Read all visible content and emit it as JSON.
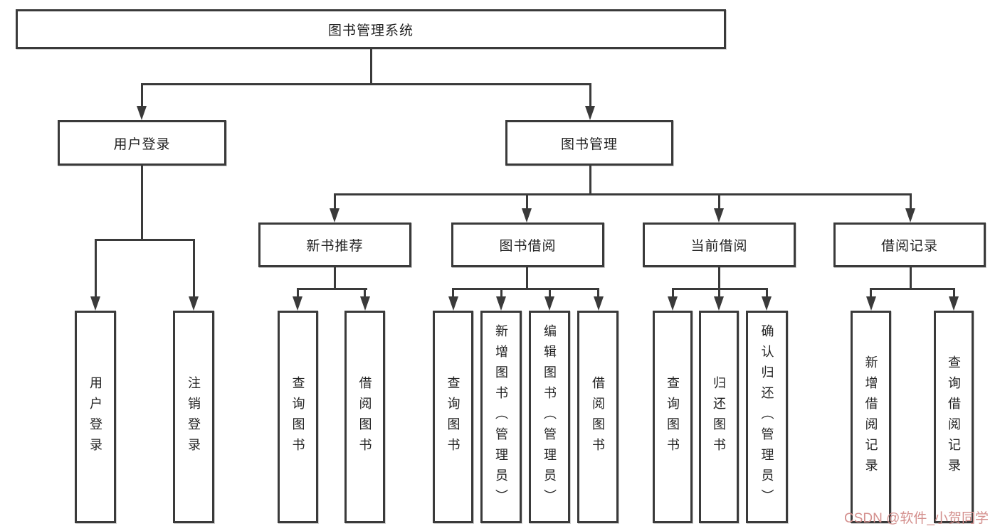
{
  "diagram": {
    "type": "hierarchy-tree",
    "title": "图书管理系统",
    "colors": {
      "background": "#ffffff",
      "box_fill": "#ffffff",
      "box_border": "#3a3a3a",
      "connector": "#3a3a3a",
      "text": "#222222",
      "watermark": "#d4908e"
    }
  },
  "nodes": {
    "root": {
      "label": "图书管理系统"
    },
    "user_login_branch": {
      "label": "用户登录"
    },
    "book_mgmt": {
      "label": "图书管理"
    },
    "new_book_rec": {
      "label": "新书推荐"
    },
    "book_borrow": {
      "label": "图书借阅"
    },
    "current_borrow": {
      "label": "当前借阅"
    },
    "borrow_record": {
      "label": "借阅记录"
    }
  },
  "leaves": {
    "ul_login": {
      "label": "用户登录"
    },
    "ul_logout": {
      "label": "注销登录"
    },
    "nbr_query": {
      "label": "查询图书"
    },
    "nbr_borrow": {
      "label": "借阅图书"
    },
    "bb_query": {
      "label": "查询图书"
    },
    "bb_add": {
      "label": "新增图书（管理员）"
    },
    "bb_edit": {
      "label": "编辑图书（管理员）"
    },
    "bb_borrow": {
      "label": "借阅图书"
    },
    "cb_query": {
      "label": "查询图书"
    },
    "cb_return": {
      "label": "归还图书"
    },
    "cb_confirm": {
      "label": "确认归还（管理员）"
    },
    "br_add": {
      "label": "新增借阅记录"
    },
    "br_query": {
      "label": "查询借阅记录"
    }
  },
  "hierarchy": [
    {
      "parent": "图书管理系统",
      "children": [
        "用户登录",
        "图书管理"
      ]
    },
    {
      "parent": "用户登录",
      "children": [
        "用户登录",
        "注销登录"
      ]
    },
    {
      "parent": "图书管理",
      "children": [
        "新书推荐",
        "图书借阅",
        "当前借阅",
        "借阅记录"
      ]
    },
    {
      "parent": "新书推荐",
      "children": [
        "查询图书",
        "借阅图书"
      ]
    },
    {
      "parent": "图书借阅",
      "children": [
        "查询图书",
        "新增图书（管理员）",
        "编辑图书（管理员）",
        "借阅图书"
      ]
    },
    {
      "parent": "当前借阅",
      "children": [
        "查询图书",
        "归还图书",
        "确认归还（管理员）"
      ]
    },
    {
      "parent": "借阅记录",
      "children": [
        "新增借阅记录",
        "查询借阅记录"
      ]
    }
  ],
  "watermark": {
    "text": "CSDN @软件_小贺同学"
  }
}
